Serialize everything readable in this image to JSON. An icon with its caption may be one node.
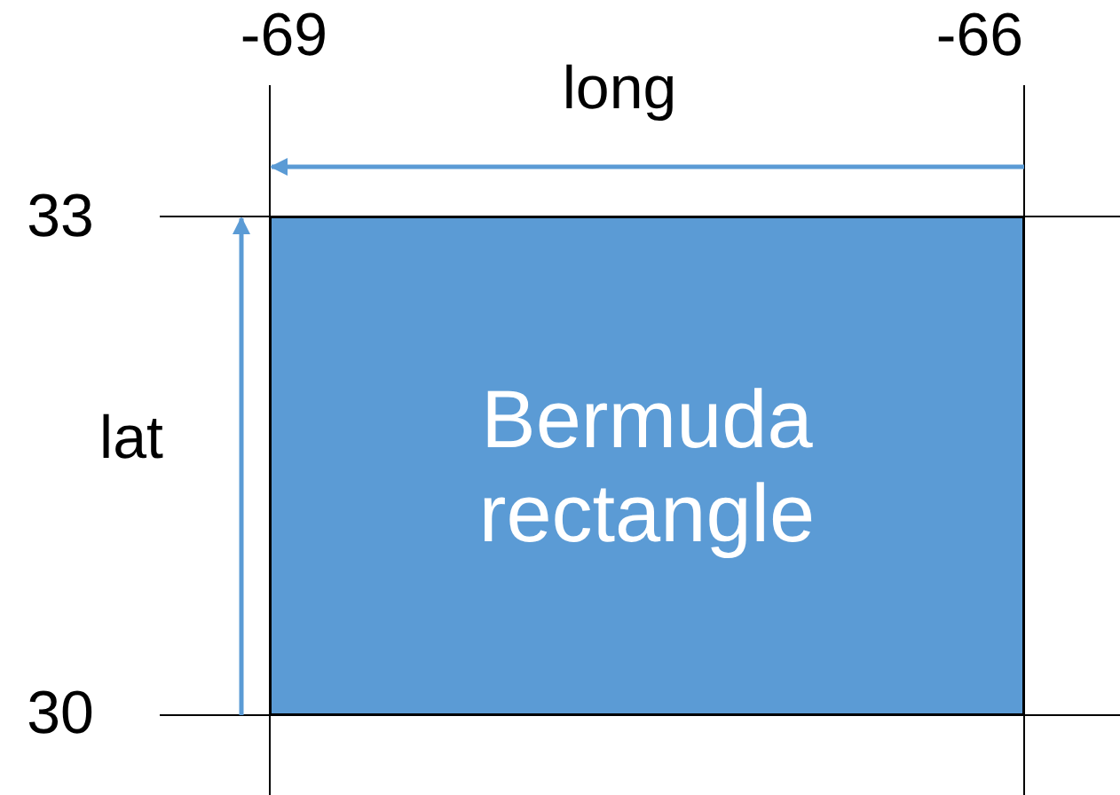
{
  "diagram": {
    "nodes": [
      {
        "text": [
          "Bermuda rectangle"
        ]
      }
    ],
    "labels": [
      "-69",
      "-66",
      "long",
      "33",
      "lat",
      "30"
    ]
  }
}
